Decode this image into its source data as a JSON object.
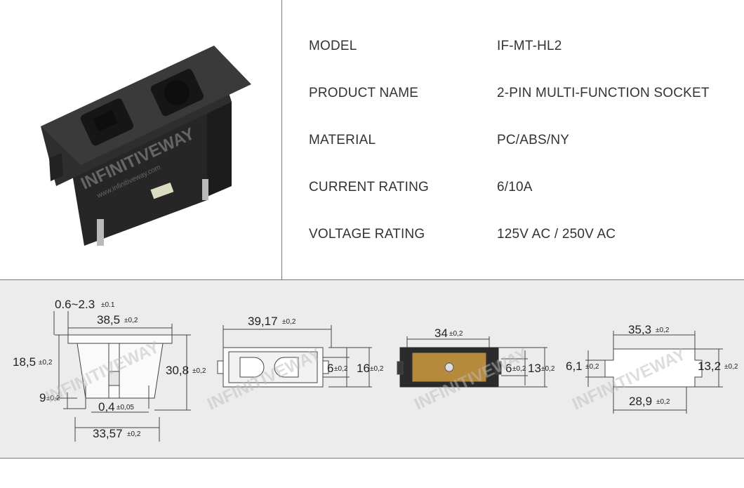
{
  "specs": [
    {
      "label": "MODEL",
      "value": "IF-MT-HL2"
    },
    {
      "label": "PRODUCT NAME",
      "value": "2-PIN MULTI-FUNCTION SOCKET"
    },
    {
      "label": "MATERIAL",
      "value": "PC/ABS/NY"
    },
    {
      "label": "CURRENT RATING",
      "value": "6/10A"
    },
    {
      "label": "VOLTAGE RATING",
      "value": "125V AC / 250V AC"
    }
  ],
  "watermark": {
    "brand": "INFINITIVEWAY",
    "url": "www.infinitiveway.com"
  },
  "dimensions": {
    "side": {
      "d1": {
        "main": "0.6~2.3",
        "tol": "±0.1"
      },
      "d2": {
        "main": "38,5",
        "tol": "±0,2"
      },
      "d3": {
        "main": "18,5",
        "tol": "±0,2"
      },
      "d4": {
        "main": "30,8",
        "tol": "±0,2"
      },
      "d5": {
        "main": "9",
        "tol": "±0,2"
      },
      "d6": {
        "main": "0,4",
        "tol": "±0,05"
      },
      "d7": {
        "main": "33,57",
        "tol": "±0,2"
      }
    },
    "top": {
      "d1": {
        "main": "39,17",
        "tol": "±0,2"
      },
      "d2": {
        "main": "6",
        "tol": "±0,2"
      },
      "d3": {
        "main": "16",
        "tol": "±0,2"
      }
    },
    "bottom_view": {
      "d1": {
        "main": "34",
        "tol": "±0,2"
      },
      "d2": {
        "main": "6",
        "tol": "±0,2"
      },
      "d3": {
        "main": "13",
        "tol": "±0,2"
      }
    },
    "cutout": {
      "d1": {
        "main": "35,3",
        "tol": "±0,2"
      },
      "d2": {
        "main": "6,1",
        "tol": "±0,2"
      },
      "d3": {
        "main": "13,2",
        "tol": "±0,2"
      },
      "d4": {
        "main": "28,9",
        "tol": "±0,2"
      }
    }
  },
  "colors": {
    "panel": "#ececec",
    "socket": "#2b2b2b",
    "contacts": "#b58a3c",
    "divider": "#7a7a7a"
  }
}
